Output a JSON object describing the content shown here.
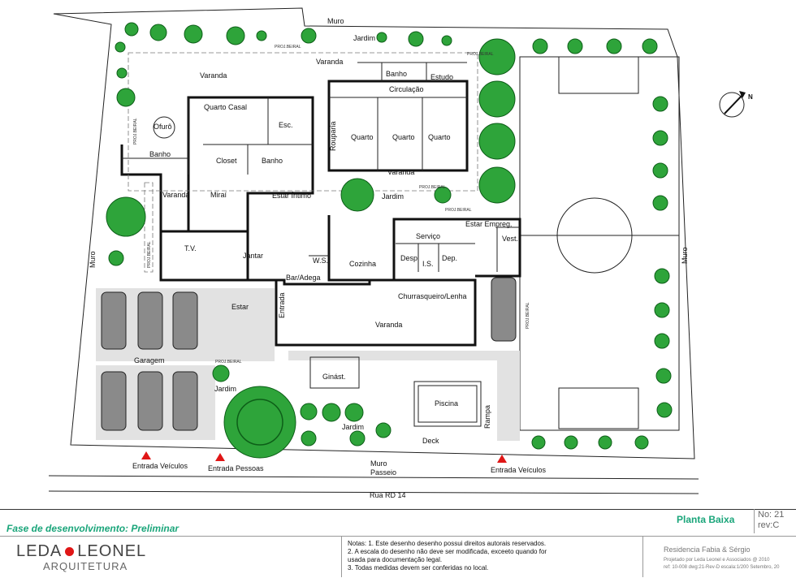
{
  "plan": {
    "rooms": {
      "varanda_top": "Varanda",
      "quarto_casal": "Quarto Casal",
      "esc": "Esc.",
      "ofuro": "Ofurô",
      "banho_left": "Banho",
      "closet": "Closet",
      "banho_mid": "Banho",
      "varanda_left": "Varanda",
      "mirai": "Miraí",
      "estar_intimo": "Estar Íntimo",
      "rouparia": "Rouparia",
      "varanda_entry": "Varanda",
      "banho_top": "Banho",
      "estudo": "Estudo",
      "circulacao": "Circulação",
      "quarto1": "Quarto",
      "quarto2": "Quarto",
      "quarto3": "Quarto",
      "varanda_quartos": "Varanda",
      "jardim_inner": "Jardim",
      "tv": "T.V.",
      "jantar": "Jantar",
      "ws": "W.S.",
      "cozinha": "Cozinha",
      "bar_adega": "Bar/Adega",
      "estar": "Estar",
      "entrada": "Entrada",
      "servico": "Serviço",
      "desp": "Desp",
      "is": "I.S.",
      "dep": "Dep.",
      "estar_empreg": "Estar Empreg.",
      "vest": "Vest.",
      "churrasqueira": "Churrasqueiro/Lenha",
      "varanda_bottom": "Varanda",
      "garagem": "Garagem",
      "jardim_front": "Jardim",
      "ginast": "Ginást.",
      "piscina": "Piscina",
      "jardim_pool": "Jardim",
      "deck": "Deck",
      "rampa": "Rampa",
      "jardim_top": "Jardim"
    },
    "boundary": {
      "muro_top": "Muro",
      "muro_left": "Muro",
      "muro_right": "Muro",
      "muro_bottom": "Muro",
      "passeio": "Passeio",
      "street": "Rua RD 14"
    },
    "proj_beiral": "PROJ.BEIRAL",
    "entrances": {
      "vehicles_left": "Entrada Veículos",
      "pedestrians": "Entrada Pessoas",
      "vehicles_right": "Entrada Veículos"
    },
    "north": "N"
  },
  "titleblock": {
    "phase": "Fase de desenvolvimento: Preliminar",
    "sheet_title": "Planta Baixa",
    "sheet_no": "No: 21",
    "revision": "rev:C",
    "logo_left": "LEDA",
    "logo_right": "LEONEL",
    "logo_sub": "ARQUITETURA",
    "notes": [
      "Notas: 1. Este desenho desenho possui direitos autorais reservados.",
      "2. A escala do desenho não deve ser modificada, exceeto quando  for",
      "usada para documentação  legal.",
      "3. Todas medidas devem ser conferidas no local."
    ],
    "client": "Residencia Fabia & Sérgio",
    "author": "Projetado por Leda Leonel e Associados @ 2010",
    "ref": "ref: 10-008 dwg:21-Rev-D  escala:1/200  Setembro, 20"
  },
  "colors": {
    "accent": "#1aa57a",
    "tree": "#2ea43a",
    "entrance_marker": "#e01616"
  }
}
